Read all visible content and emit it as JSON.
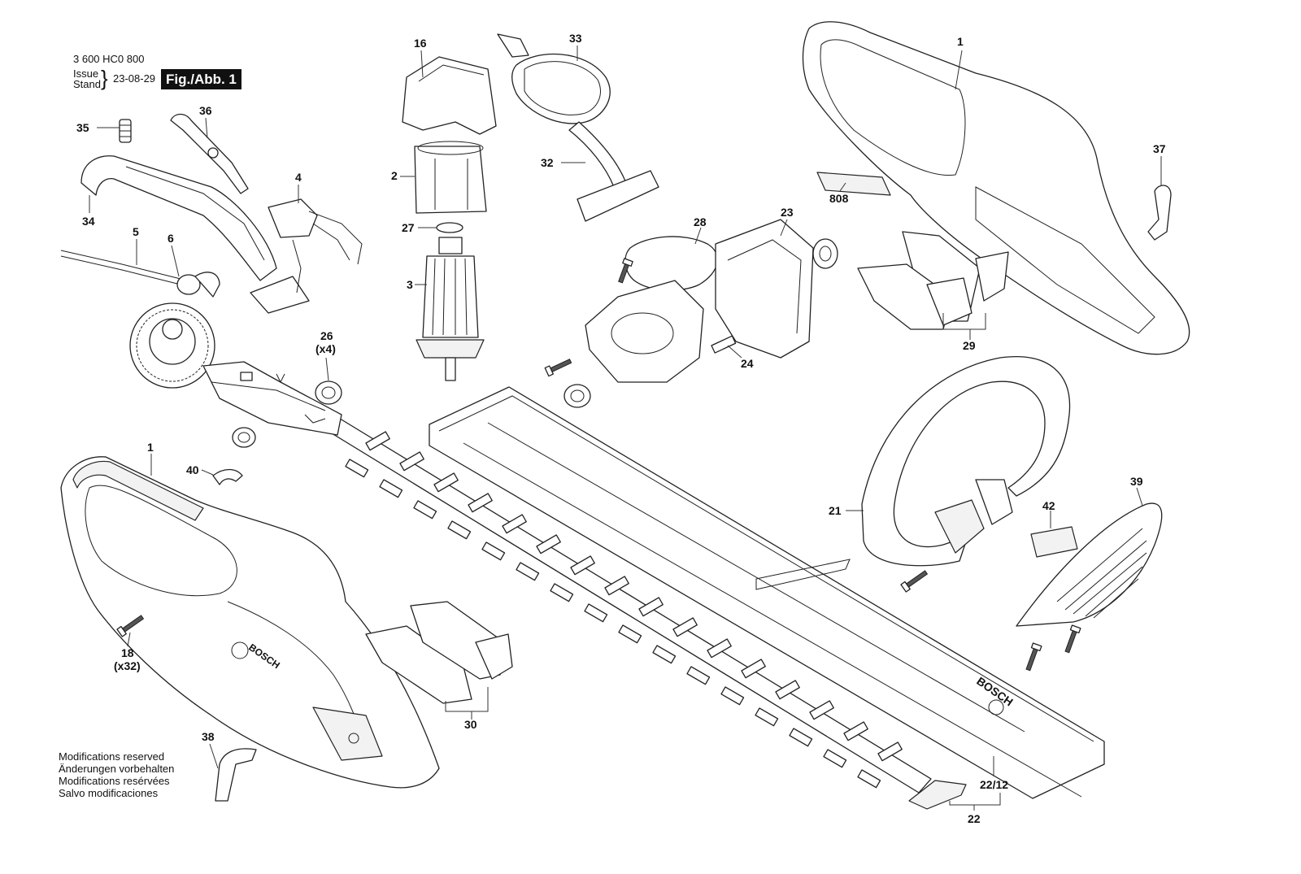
{
  "header": {
    "doc_number": "3 600 HC0 800",
    "issue_label": "Issue",
    "stand_label": "Stand",
    "issue_date": "23-08-29",
    "figure_label": "Fig./Abb. 1"
  },
  "notes": [
    "Modifications reserved",
    "Änderungen vorbehalten",
    "Modifications resérvées",
    "Salvo modificaciones"
  ],
  "brand_text": "BOSCH",
  "callouts": {
    "c1a": "1",
    "c1b": "1",
    "c2": "2",
    "c3": "3",
    "c4": "4",
    "c5": "5",
    "c6": "6",
    "c16": "16",
    "c18": "18",
    "c18q": "(x32)",
    "c21": "21",
    "c22": "22",
    "c2212": "22/12",
    "c23": "23",
    "c24": "24",
    "c26": "26",
    "c26q": "(x4)",
    "c27": "27",
    "c28": "28",
    "c29": "29",
    "c30": "30",
    "c32": "32",
    "c33": "33",
    "c34": "34",
    "c35": "35",
    "c36": "36",
    "c37": "37",
    "c38": "38",
    "c39": "39",
    "c40": "40",
    "c42": "42",
    "c808": "808"
  }
}
